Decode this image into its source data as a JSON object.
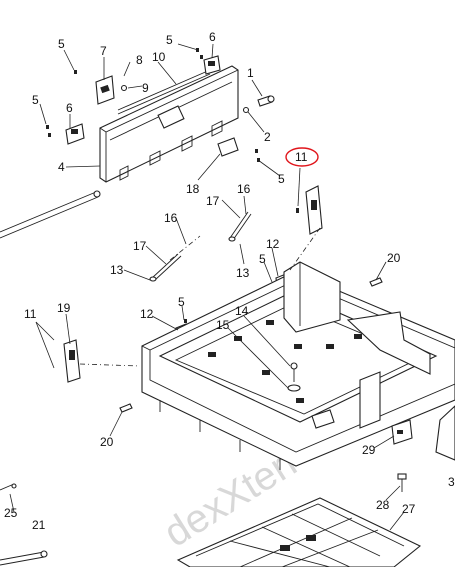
{
  "watermark": "dexXterr",
  "callouts": {
    "c1": "1",
    "c2": "2",
    "c4": "4",
    "c5a": "5",
    "c5b": "5",
    "c5c": "5",
    "c5d": "5",
    "c5e": "5",
    "c5f": "5",
    "c6a": "6",
    "c6b": "6",
    "c7": "7",
    "c8": "8",
    "c9": "9",
    "c10": "10",
    "c11a": "11",
    "c11b": "11",
    "c12a": "12",
    "c12b": "12",
    "c13a": "13",
    "c13b": "13",
    "c14": "14",
    "c15": "15",
    "c16a": "16",
    "c16b": "16",
    "c17a": "17",
    "c17b": "17",
    "c18": "18",
    "c19": "19",
    "c20a": "20",
    "c20b": "20",
    "c21": "21",
    "c25": "25",
    "c27": "27",
    "c28": "28",
    "c29": "29",
    "c3": "3"
  },
  "highlight": {
    "color": "#e0151b",
    "target": "11"
  }
}
